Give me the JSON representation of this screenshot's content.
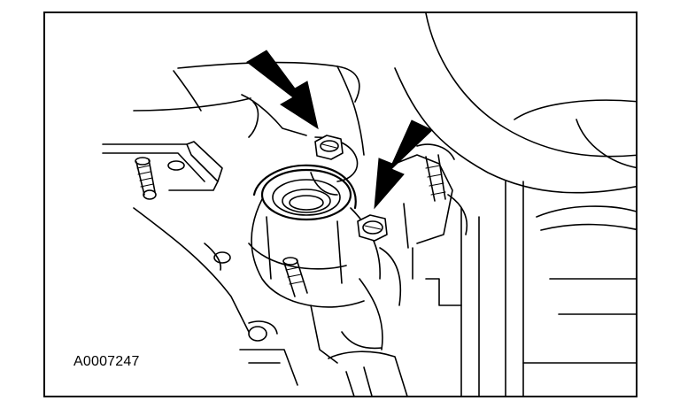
{
  "figure": {
    "reference_code": "A0007247",
    "callouts": [
      {
        "icon": "arrow-icon",
        "target": "upper-bolt"
      },
      {
        "icon": "arrow-icon",
        "target": "lower-bolt"
      }
    ]
  }
}
